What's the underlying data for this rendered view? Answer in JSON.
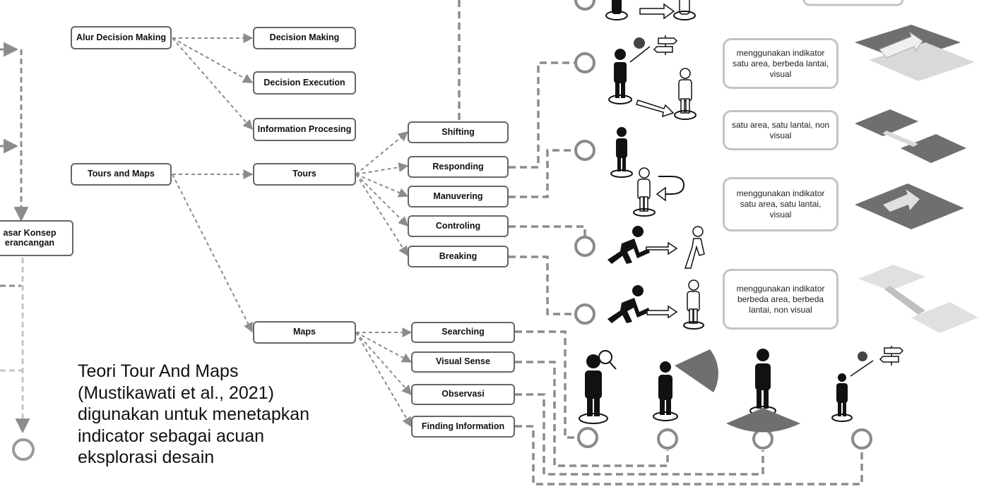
{
  "nodes": {
    "alur_decision_making": "Alur Decision Making",
    "decision_making": "Decision Making",
    "decision_execution": "Decision Execution",
    "information_processing": "Information Procesing",
    "tours_and_maps": "Tours and Maps",
    "tours": "Tours",
    "maps": "Maps",
    "dasar_konsep": "asar Konsep erancangan",
    "shifting": "Shifting",
    "responding": "Responding",
    "manuvering": "Manuvering",
    "controling": "Controling",
    "breaking": "Breaking",
    "searching": "Searching",
    "visual_sense": "Visual Sense",
    "observasi": "Observasi",
    "finding_information": "Finding Information"
  },
  "descriptions": {
    "d1": "menggunakan indikator satu area, berbeda lantai, visual",
    "d2": "satu area, satu lantai, non visual",
    "d3": "menggunakan indikator satu area, satu lantai, visual",
    "d4": "menggunakan indikator berbeda area, berbeda lantai, non visual"
  },
  "caption": {
    "line1": "Teori  Tour And Maps",
    "line2": "(Mustikawati et al., 2021)",
    "line3": "digunakan untuk menetapkan",
    "line4": "indicator sebagai acuan",
    "line5": "eksplorasi desain"
  },
  "colors": {
    "connector": "#8c8c8c",
    "node_border": "#666666",
    "description_border": "#c4c4c4",
    "figure": "#111111",
    "plan_dark": "#6f6f6f",
    "plan_light": "#d9d9d9"
  }
}
